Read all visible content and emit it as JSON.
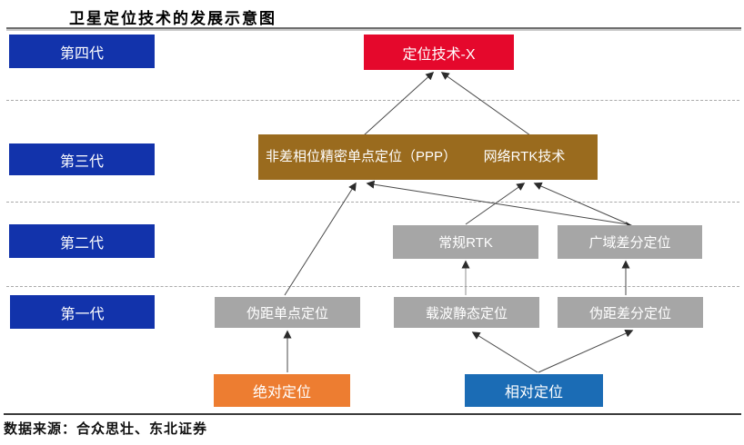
{
  "title": "卫星定位技术的发展示意图",
  "source": "数据来源：合众思壮、东北证券",
  "generations": [
    {
      "id": "gen4",
      "label": "第四代"
    },
    {
      "id": "gen3",
      "label": "第三代"
    },
    {
      "id": "gen2",
      "label": "第二代"
    },
    {
      "id": "gen1",
      "label": "第一代"
    }
  ],
  "nodes": {
    "x": {
      "label": "定位技术-X",
      "color": "#e5082c"
    },
    "ppp": {
      "label": "非差相位精密单点定位（PPP）",
      "color": "#9a6b1e"
    },
    "net_rtk": {
      "label": "网络RTK技术",
      "color": "#9a6b1e"
    },
    "conventional_rtk": {
      "label": "常规RTK",
      "color": "#a6a6a6"
    },
    "wide_area_diff": {
      "label": "广域差分定位",
      "color": "#a6a6a6"
    },
    "pseudo_single": {
      "label": "伪距单点定位",
      "color": "#a6a6a6"
    },
    "carrier_static": {
      "label": "载波静态定位",
      "color": "#a6a6a6"
    },
    "pseudo_diff": {
      "label": "伪距差分定位",
      "color": "#a6a6a6"
    },
    "absolute": {
      "label": "绝对定位",
      "color": "#ed7d31"
    },
    "relative": {
      "label": "相对定位",
      "color": "#1b6cb5"
    }
  },
  "edges": [
    {
      "from": "ppp",
      "to": "x"
    },
    {
      "from": "net_rtk",
      "to": "x"
    },
    {
      "from": "pseudo_single",
      "to": "ppp"
    },
    {
      "from": "wide_area_diff",
      "to": "ppp"
    },
    {
      "from": "conventional_rtk",
      "to": "net_rtk"
    },
    {
      "from": "wide_area_diff",
      "to": "net_rtk"
    },
    {
      "from": "carrier_static",
      "to": "conventional_rtk"
    },
    {
      "from": "pseudo_diff",
      "to": "wide_area_diff"
    },
    {
      "from": "absolute",
      "to": "pseudo_single"
    },
    {
      "from": "relative",
      "to": "carrier_static"
    },
    {
      "from": "relative",
      "to": "pseudo_diff"
    }
  ],
  "colors": {
    "generation_blue": "#1233ab",
    "relative_blue": "#1b6cb5",
    "red": "#e5082c",
    "brown": "#9a6b1e",
    "gray": "#a6a6a6",
    "orange": "#ed7d31",
    "dashed_line": "#a9a9a9",
    "rule_dark": "#3a3a3a"
  }
}
